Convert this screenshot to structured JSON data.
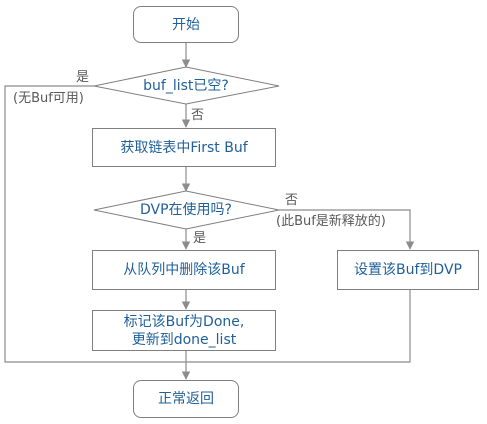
{
  "nodes": {
    "start": "开始",
    "check_empty": "buf_list已空?",
    "get_first": "获取链表中First Buf",
    "check_dvp": "DVP在使用吗?",
    "remove_buf": "从队列中删除该Buf",
    "set_dvp": "设置该Buf到DVP",
    "mark_done_line1": "标记该Buf为Done,",
    "mark_done_line2": "更新到done_list",
    "return": "正常返回"
  },
  "labels": {
    "empty_yes": "是",
    "empty_yes_note": "(无Buf可用)",
    "empty_no": "否",
    "dvp_no": "否",
    "dvp_no_note": "(此Buf是新释放的)",
    "dvp_yes": "是"
  },
  "colors": {
    "node_text": "#1f5f9a",
    "label_text": "#595959",
    "line": "#8c8c8c",
    "border": "#7f7f7f"
  }
}
